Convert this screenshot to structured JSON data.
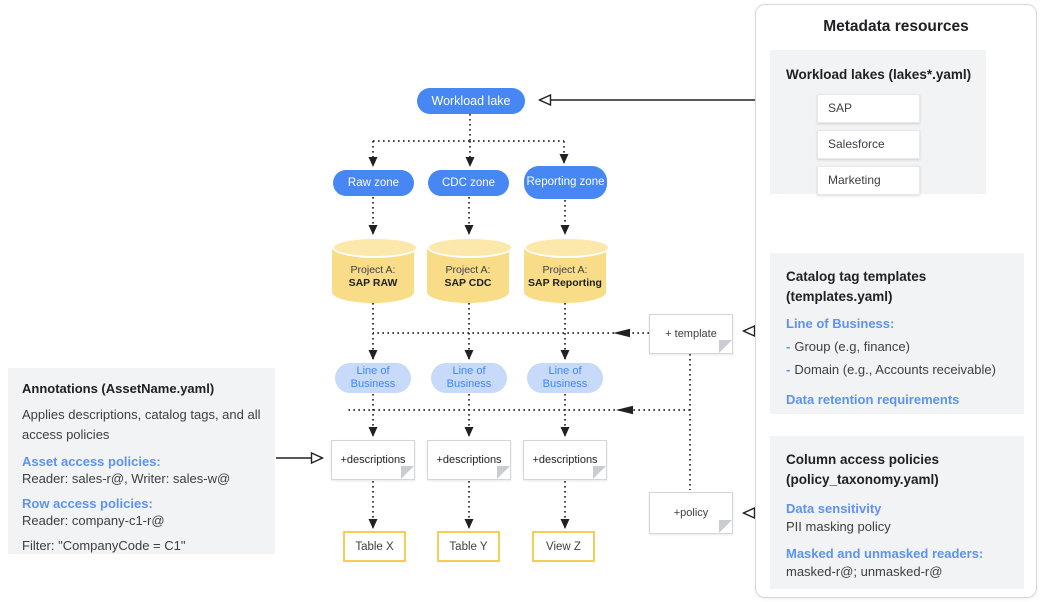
{
  "colors": {
    "node_blue": "#4687f4",
    "lob_fill": "#c7daf9",
    "lob_text": "#4285f4",
    "cylinder_fill": "#f9dc88",
    "table_border": "#f7cd56",
    "panel_gray": "#f1f3f4",
    "accent_blue": "#5f92f2",
    "connector_black": "#202124"
  },
  "diagram": {
    "workload_lake_label": "Workload lake",
    "zones": [
      "Raw zone",
      "CDC zone",
      "Reporting zone"
    ],
    "projects": [
      {
        "prefix": "Project A:",
        "name": "SAP RAW"
      },
      {
        "prefix": "Project A:",
        "name": "SAP CDC"
      },
      {
        "prefix": "Project A:",
        "name": "SAP Reporting"
      }
    ],
    "lob_label": "Line of Business",
    "descriptions_label": "+descriptions",
    "template_label": "+ template",
    "policy_label": "+policy",
    "outputs": [
      "Table X",
      "Table Y",
      "View Z"
    ]
  },
  "annotations_panel": {
    "title": "Annotations (AssetName.yaml)",
    "description": "Applies descriptions, catalog tags, and all access policies",
    "asset_policies_heading": "Asset access policies:",
    "asset_policies_value": "Reader: sales-r@, Writer: sales-w@",
    "row_policies_heading": "Row access policies:",
    "row_policies_value": "Reader: company-c1-r@",
    "filter_line": "Filter: \"CompanyCode = C1\""
  },
  "metadata_panel": {
    "title": "Metadata resources",
    "workload_lakes": {
      "heading": "Workload lakes (lakes*.yaml)",
      "cards": [
        "SAP",
        "Salesforce",
        "Marketing"
      ]
    },
    "catalog_templates": {
      "heading": "Catalog tag templates (templates.yaml)",
      "lob_heading": "Line of Business:",
      "bullets": [
        {
          "dash": "-",
          "text": "Group (e.g, finance)"
        },
        {
          "dash": "-",
          "text": "Domain (e.g., Accounts receivable)"
        }
      ],
      "retention_heading": "Data retention requirements"
    },
    "column_policies": {
      "heading": "Column access policies (policy_taxonomy.yaml)",
      "sensitivity_heading": "Data sensitivity",
      "sensitivity_value": "PII masking policy",
      "readers_heading": "Masked and unmasked readers:",
      "readers_value": "masked-r@; unmasked-r@"
    }
  }
}
